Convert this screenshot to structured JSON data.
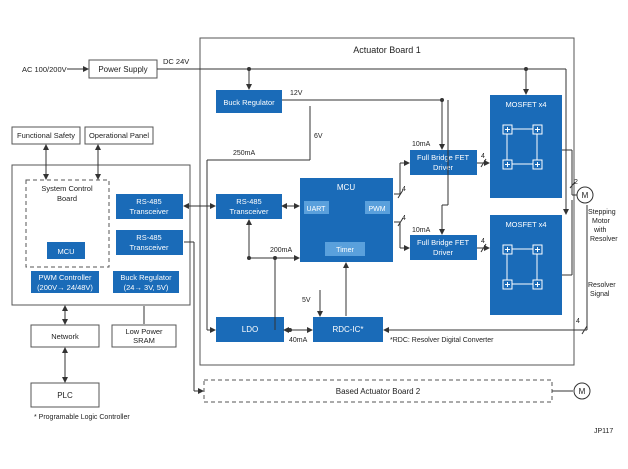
{
  "labels": {
    "ac_input": "AC 100/200V",
    "power_supply": "Power Supply",
    "dc_out": "DC 24V",
    "actuator_board_1": "Actuator Board 1",
    "buck_regulator": "Buck Regulator",
    "v12": "12V",
    "v6": "6V",
    "ma250": "250mA",
    "mosfet_x4_top": "MOSFET x4",
    "mosfet_x4_bottom": "MOSFET x4",
    "functional_safety": "Functional Safety",
    "operational_panel": "Operational Panel",
    "system_control_board_1": "System Control",
    "system_control_board_2": "Board",
    "mcu_small": "MCU",
    "pwm_ctrl_1": "PWM Controller",
    "pwm_ctrl_2": "(200V→ 24/48V)",
    "buck_small_1": "Buck Regulator",
    "buck_small_2": "(24→ 3V, 5V)",
    "rs485_1a": "RS-485",
    "rs485_1b": "Transceiver",
    "rs485_2a": "RS-485",
    "rs485_2b": "Transceiver",
    "rs485_3a": "RS-485",
    "rs485_3b": "Transceiver",
    "mcu_main": "MCU",
    "uart": "UART",
    "pwm": "PWM",
    "timer": "Timer",
    "n4_pwm_top": "4",
    "n4_pwm_bottom": "4",
    "fb_top_1": "Full Bridge FET",
    "fb_top_2": "Driver",
    "fb_bottom_1": "Full Bridge FET",
    "fb_bottom_2": "Driver",
    "ma10_top": "10mA",
    "ma10_bottom": "10mA",
    "n4_fb_top": "4",
    "n4_fb_bottom": "4",
    "n2": "2",
    "motor": "M",
    "stepping_1": "Stepping",
    "stepping_2": "Motor",
    "stepping_3": "with",
    "stepping_4": "Resolver",
    "resolver_signal_1": "Resolver",
    "resolver_signal_2": "Signal",
    "n4_resolver": "4",
    "ma200": "200mA",
    "v5": "5V",
    "ldo": "LDO",
    "ma40": "40mA",
    "rdc_ic": "RDC-IC*",
    "rdc_note": "*RDC: Resolver Digital Converter",
    "network": "Network",
    "low_power_1": "Low Power",
    "low_power_2": "SRAM",
    "plc": "PLC",
    "based_actuator_board_2": "Based Actuator Board 2",
    "motor2": "M",
    "plc_note": "* Programable Logic Controller",
    "doc_id": "JP117"
  },
  "colors": {
    "block_fill": "#1a6bb8",
    "block_sub": "#5aa0dc",
    "line": "#333333",
    "box_border": "#555555"
  }
}
